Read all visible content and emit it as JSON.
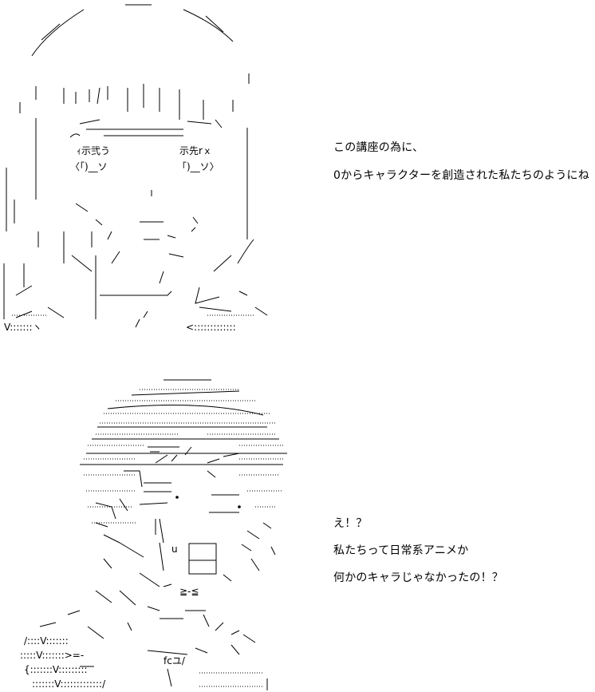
{
  "panels": [
    {
      "figure": "ascii-art-girl-long-hair",
      "lines": [
        "この講座の為に、",
        "0からキャラクターを創造された私たちのようにね"
      ]
    },
    {
      "figure": "ascii-art-girl-short-hair-surprised",
      "lines": [
        "え！？",
        "私たちって日常系アニメか",
        "何かのキャラじゃなかったの！？"
      ]
    }
  ]
}
